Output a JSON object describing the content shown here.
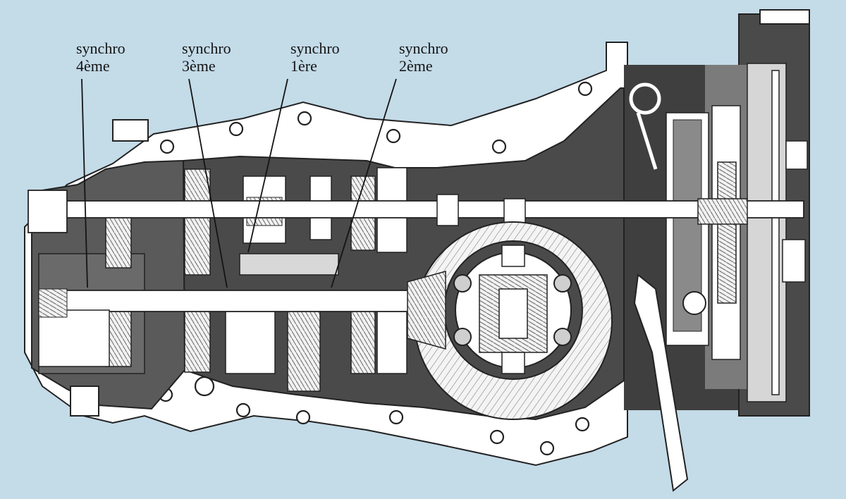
{
  "colors": {
    "background": "#c4dbe8",
    "casing": "#ffffff",
    "section_dark": "#454545",
    "section_mid": "#7b7b7b",
    "ink": "#141414"
  },
  "labels": [
    {
      "line1": "synchro",
      "line2": "4ème"
    },
    {
      "line1": "synchro",
      "line2": "3ème"
    },
    {
      "line1": "synchro",
      "line2": "1ère"
    },
    {
      "line1": "synchro",
      "line2": "2ème"
    }
  ]
}
